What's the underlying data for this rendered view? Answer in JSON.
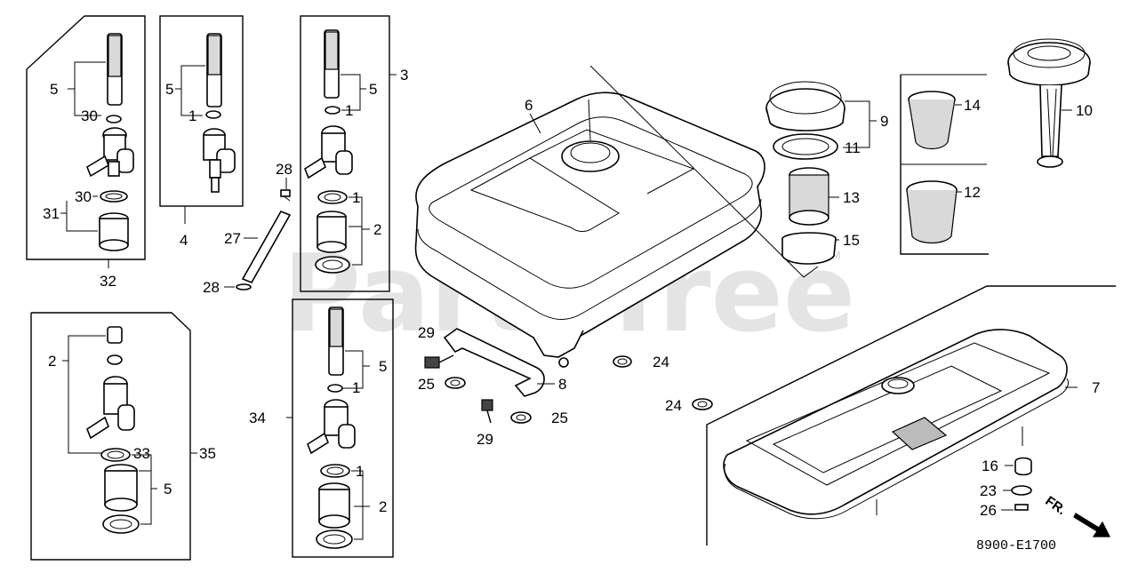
{
  "watermark": {
    "text": "PartsTree",
    "tm": "TM"
  },
  "diagram_code": "8900-E1700",
  "direction_marker": {
    "text": "FR.",
    "icon": "arrow-down-right-icon"
  },
  "callouts": {
    "c1": "1",
    "c2": "2",
    "c3": "3",
    "c4": "4",
    "c5": "5",
    "c6": "6",
    "c7": "7",
    "c8": "8",
    "c9": "9",
    "c10": "10",
    "c11": "11",
    "c12": "12",
    "c13": "13",
    "c14": "14",
    "c15": "15",
    "c16": "16",
    "c23": "23",
    "c24": "24",
    "c25": "25",
    "c26": "26",
    "c27": "27",
    "c28": "28",
    "c29": "29",
    "c30": "30",
    "c31": "31",
    "c32": "32",
    "c33": "33",
    "c34": "34",
    "c35": "35"
  }
}
